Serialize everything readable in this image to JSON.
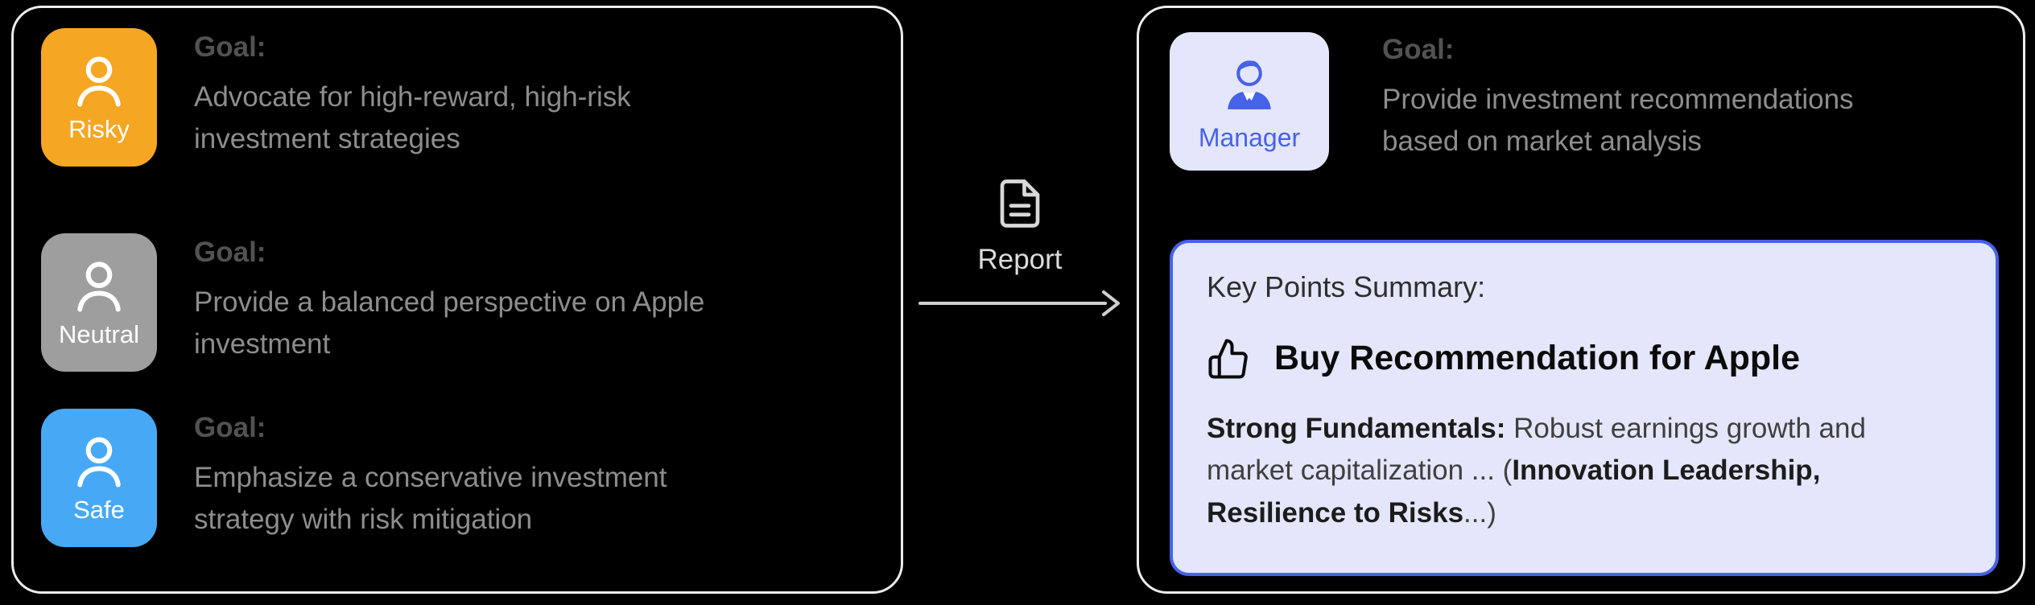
{
  "panels": {
    "analysts": {
      "agents": [
        {
          "name": "Risky",
          "tile_color": "#F5A623",
          "goal_label": "Goal:",
          "goal": "Advocate for high-reward, high-risk investment strategies"
        },
        {
          "name": "Neutral",
          "tile_color": "#9E9E9E",
          "goal_label": "Goal:",
          "goal": "Provide a balanced perspective on Apple investment"
        },
        {
          "name": "Safe",
          "tile_color": "#47A9F5",
          "goal_label": "Goal:",
          "goal": "Emphasize a conservative investment strategy with risk mitigation"
        }
      ]
    },
    "manager": {
      "name": "Manager",
      "goal_label": "Goal:",
      "goal": "Provide investment recommendations based on market analysis",
      "accent_color": "#4662E8",
      "tile_bg": "#E4E7FB"
    }
  },
  "connector": {
    "label": "Report"
  },
  "summary": {
    "title": "Key Points Summary:",
    "headline": "Buy Recommendation for Apple",
    "segments": {
      "bold_1": "Strong Fundamentals:",
      "text_1": " Robust earnings growth and market capitalization ... (",
      "bold_2": "Innovation Leadership, Resilience to Risks",
      "text_2": "...)"
    },
    "border_color": "#4662E8",
    "bg_color": "#E4E7FB"
  }
}
